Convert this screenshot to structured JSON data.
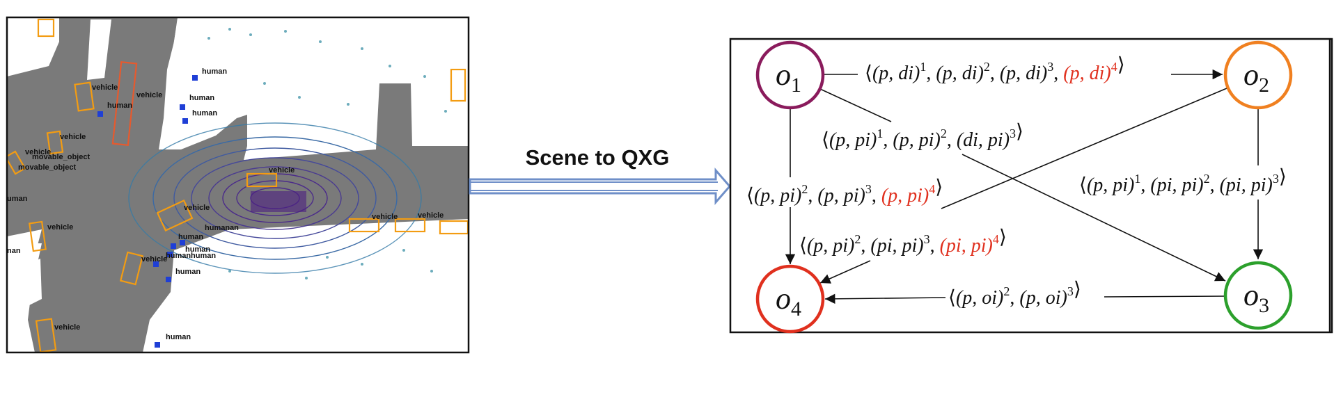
{
  "scene": {
    "labels": [
      {
        "text": "vehicle",
        "type": "vehicle"
      },
      {
        "text": "vehicle",
        "type": "vehicle"
      },
      {
        "text": "human",
        "type": "human"
      },
      {
        "text": "human",
        "type": "human"
      },
      {
        "text": "human",
        "type": "human"
      },
      {
        "text": "human",
        "type": "human"
      },
      {
        "text": "vehicle",
        "type": "vehicle"
      },
      {
        "text": "vehicle",
        "type": "vehicle"
      },
      {
        "text": "movable_object",
        "type": "object"
      },
      {
        "text": "movable_object",
        "type": "object"
      },
      {
        "text": "uman",
        "type": "human"
      },
      {
        "text": "vehicle",
        "type": "vehicle"
      },
      {
        "text": "nan",
        "type": "human"
      },
      {
        "text": "vehicle",
        "type": "vehicle"
      },
      {
        "text": "vehicle",
        "type": "vehicle"
      },
      {
        "text": "humanan",
        "type": "human"
      },
      {
        "text": "human",
        "type": "human"
      },
      {
        "text": "vehicle",
        "type": "vehicle"
      },
      {
        "text": "humanhuman",
        "type": "human"
      },
      {
        "text": "human",
        "type": "human"
      },
      {
        "text": "human",
        "type": "human"
      },
      {
        "text": "vehicle",
        "type": "vehicle"
      },
      {
        "text": "vehicle",
        "type": "vehicle"
      },
      {
        "text": "vehicle",
        "type": "vehicle"
      },
      {
        "text": "human",
        "type": "human"
      }
    ],
    "colors": {
      "road": "#7a7a7a",
      "vehicle_box": "#f39c12",
      "ego_box": "#e65a2e",
      "human_box": "#1f3fd6",
      "points": "#4b2b8a"
    }
  },
  "arrow_label": "Scene to QXG",
  "graph": {
    "nodes": [
      {
        "id": "o1",
        "letter": "o",
        "sub": "1",
        "color": "#8a1b5c"
      },
      {
        "id": "o2",
        "letter": "o",
        "sub": "2",
        "color": "#f08020"
      },
      {
        "id": "o3",
        "letter": "o",
        "sub": "3",
        "color": "#2ca02c"
      },
      {
        "id": "o4",
        "letter": "o",
        "sub": "4",
        "color": "#e0301e"
      }
    ],
    "edges": [
      {
        "from": "o1",
        "to": "o2",
        "terms": [
          {
            "rel": "(p, di)",
            "frame": "1",
            "highlight": false
          },
          {
            "rel": "(p, di)",
            "frame": "2",
            "highlight": false
          },
          {
            "rel": "(p, di)",
            "frame": "3",
            "highlight": false
          },
          {
            "rel": "(p, di)",
            "frame": "4",
            "highlight": true
          }
        ]
      },
      {
        "from": "o1",
        "to": "o3",
        "terms": [
          {
            "rel": "(p, pi)",
            "frame": "1",
            "highlight": false
          },
          {
            "rel": "(p, pi)",
            "frame": "2",
            "highlight": false
          },
          {
            "rel": "(di, pi)",
            "frame": "3",
            "highlight": false
          }
        ]
      },
      {
        "from": "o1",
        "to": "o4",
        "terms": [
          {
            "rel": "(p, pi)",
            "frame": "2",
            "highlight": false
          },
          {
            "rel": "(p, pi)",
            "frame": "3",
            "highlight": false
          },
          {
            "rel": "(p, pi)",
            "frame": "4",
            "highlight": true
          }
        ]
      },
      {
        "from": "o2",
        "to": "o3",
        "terms": [
          {
            "rel": "(p, pi)",
            "frame": "1",
            "highlight": false
          },
          {
            "rel": "(pi, pi)",
            "frame": "2",
            "highlight": false
          },
          {
            "rel": "(pi, pi)",
            "frame": "3",
            "highlight": false
          }
        ]
      },
      {
        "from": "o2",
        "to": "o4",
        "terms": [
          {
            "rel": "(p, pi)",
            "frame": "2",
            "highlight": false
          },
          {
            "rel": "(pi, pi)",
            "frame": "3",
            "highlight": false
          },
          {
            "rel": "(pi, pi)",
            "frame": "4",
            "highlight": true
          }
        ]
      },
      {
        "from": "o3",
        "to": "o4",
        "terms": [
          {
            "rel": "(p, oi)",
            "frame": "2",
            "highlight": false
          },
          {
            "rel": "(p, oi)",
            "frame": "3",
            "highlight": false
          }
        ]
      }
    ]
  }
}
